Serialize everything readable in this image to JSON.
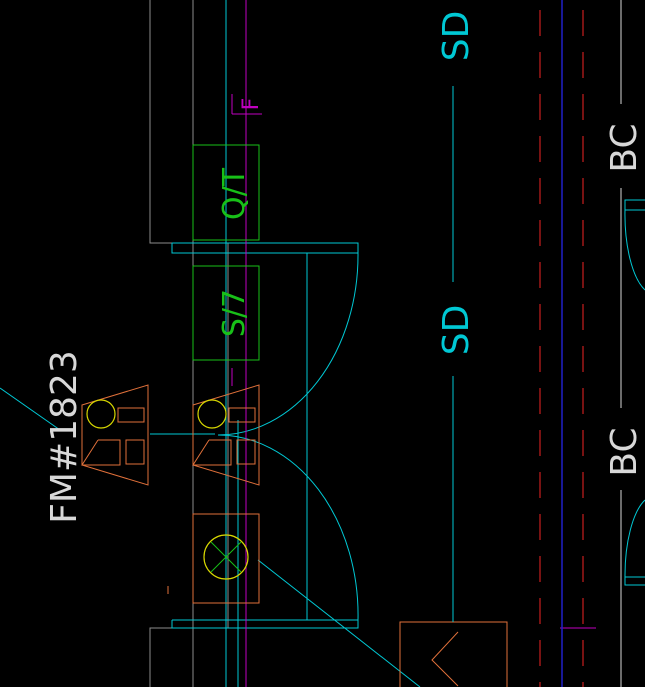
{
  "drawing": {
    "background": "#000000",
    "colors": {
      "wall": "#8c8c8c",
      "cyan": "#00c8d4",
      "magenta": "#c000c0",
      "green": "#18c018",
      "orange": "#e0703a",
      "yellow": "#d8d800",
      "red": "#c81e1e",
      "blue": "#2020c8",
      "white": "#d8d8d8"
    },
    "labels": {
      "sd_top": "SD",
      "sd_mid": "SD",
      "bc_top": "BC",
      "bc_mid": "BC",
      "f_mark": "F",
      "box_qt": "Q/T",
      "box_s7": "S/7",
      "fm_tag": "FM#1823"
    }
  }
}
